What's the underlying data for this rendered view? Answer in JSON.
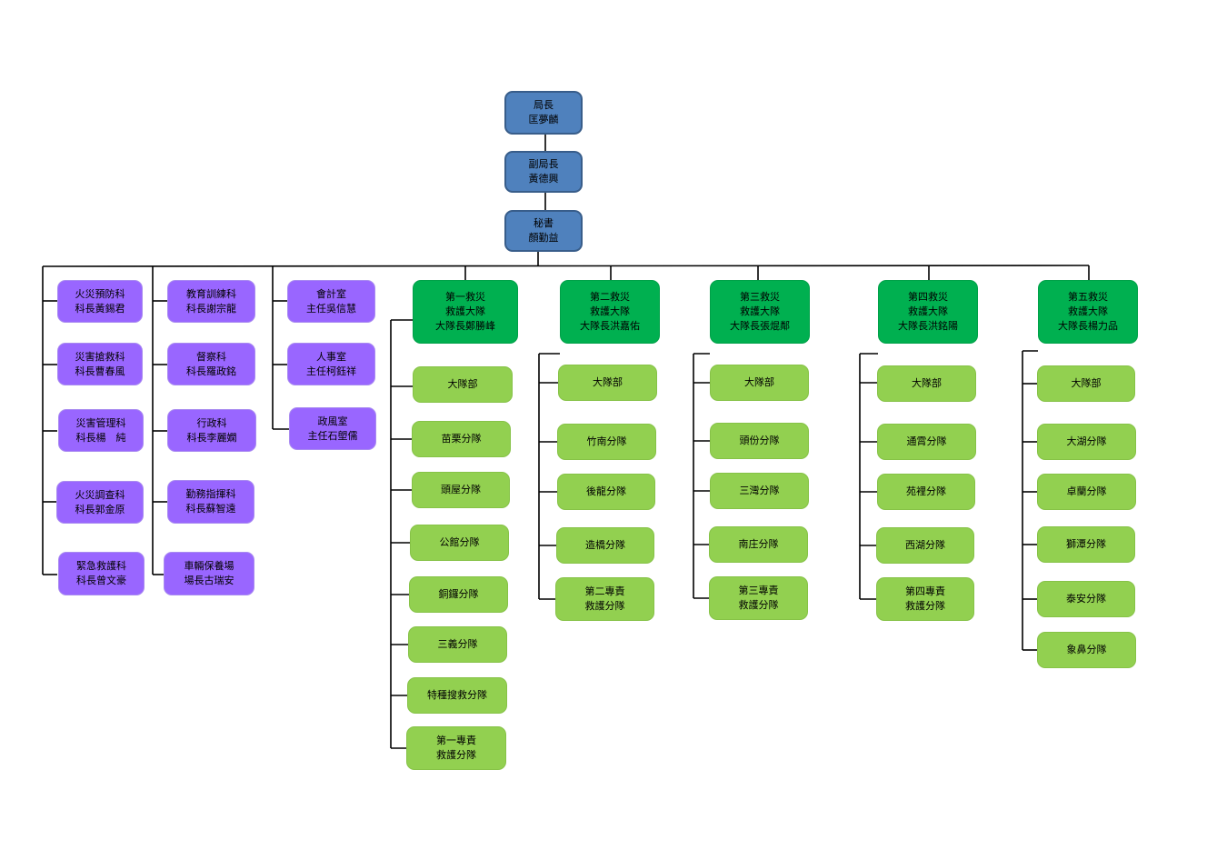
{
  "leadership": {
    "director": [
      "局長",
      "匡夢麟"
    ],
    "deputy": [
      "副局長",
      "黃德興"
    ],
    "secretary": [
      "秘書",
      "顏勤益"
    ]
  },
  "sections_col1": [
    [
      "火災預防科",
      "科長黃錫君"
    ],
    [
      "災害搶救科",
      "科長曹春風"
    ],
    [
      "災害管理科",
      "科長楊　純"
    ],
    [
      "火災調查科",
      "科長郭金原"
    ],
    [
      "緊急救護科",
      "科長曾文豪"
    ]
  ],
  "sections_col2": [
    [
      "教育訓練科",
      "科長謝宗龍"
    ],
    [
      "督察科",
      "科長羅政銘"
    ],
    [
      "行政科",
      "科長李麗嫻"
    ],
    [
      "勤務指揮科",
      "科長蘇智遠"
    ],
    [
      "車輛保養場",
      "場長古瑞安"
    ]
  ],
  "offices": [
    [
      "會計室",
      "主任吳信慧"
    ],
    [
      "人事室",
      "主任柯鈺祥"
    ],
    [
      "政風室",
      "主任石塱儒"
    ]
  ],
  "brigades": [
    {
      "title": [
        "第一救災",
        "救護大隊",
        "大隊長鄭勝峰"
      ],
      "units": [
        [
          "大隊部"
        ],
        [
          "苗栗分隊"
        ],
        [
          "頭屋分隊"
        ],
        [
          "公館分隊"
        ],
        [
          "銅鑼分隊"
        ],
        [
          "三義分隊"
        ],
        [
          "特種搜救分隊"
        ],
        [
          "第一專責",
          "救護分隊"
        ]
      ]
    },
    {
      "title": [
        "第二救災",
        "救護大隊",
        "大隊長洪嘉佑"
      ],
      "units": [
        [
          "大隊部"
        ],
        [
          "竹南分隊"
        ],
        [
          "後龍分隊"
        ],
        [
          "造橋分隊"
        ],
        [
          "第二專責",
          "救護分隊"
        ]
      ]
    },
    {
      "title": [
        "第三救災",
        "救護大隊",
        "大隊長張焜鄰"
      ],
      "units": [
        [
          "大隊部"
        ],
        [
          "頭份分隊"
        ],
        [
          "三灣分隊"
        ],
        [
          "南庄分隊"
        ],
        [
          "第三專責",
          "救護分隊"
        ]
      ]
    },
    {
      "title": [
        "第四救災",
        "救護大隊",
        "大隊長洪銘陽"
      ],
      "units": [
        [
          "大隊部"
        ],
        [
          "通霄分隊"
        ],
        [
          "苑裡分隊"
        ],
        [
          "西湖分隊"
        ],
        [
          "第四專責",
          "救護分隊"
        ]
      ]
    },
    {
      "title": [
        "第五救災",
        "救護大隊",
        "大隊長楊力品"
      ],
      "units": [
        [
          "大隊部"
        ],
        [
          "大湖分隊"
        ],
        [
          "卓蘭分隊"
        ],
        [
          "獅潭分隊"
        ],
        [
          "泰安分隊"
        ],
        [
          "象鼻分隊"
        ]
      ]
    }
  ],
  "colors": {
    "leadership": "#4f81bd",
    "section": "#9966ff",
    "brigade": "#00b050",
    "unit": "#92d050",
    "line": "#000000"
  }
}
